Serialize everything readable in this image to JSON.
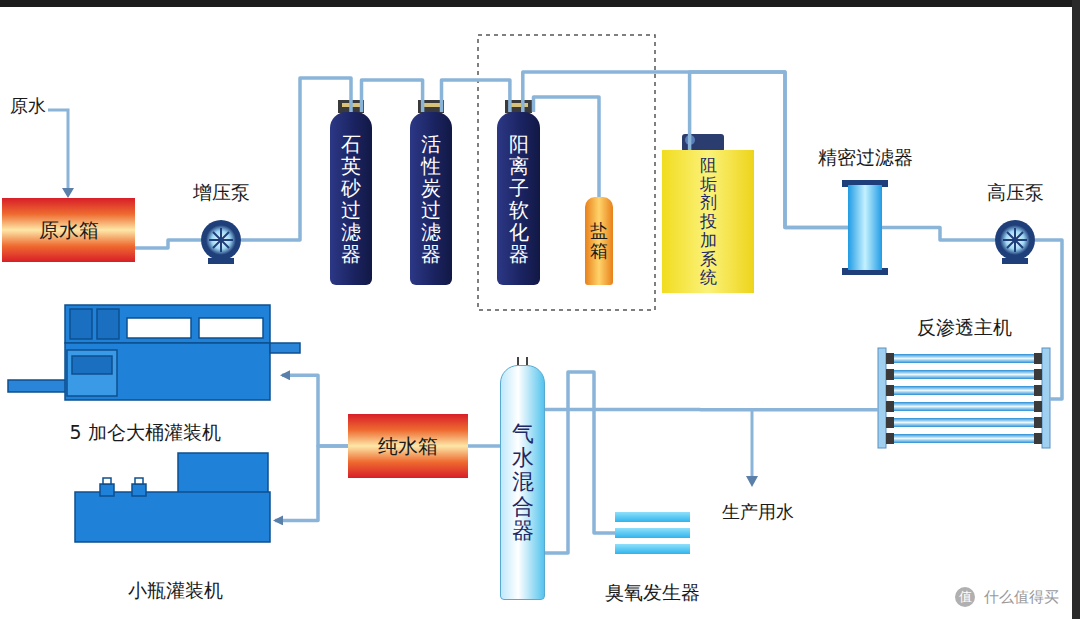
{
  "diagram": {
    "nodes": [
      {
        "text": [
          "原水箱"
        ]
      },
      {
        "text": [
          "增压泵"
        ]
      },
      {
        "text": [
          "石英砂过滤器"
        ]
      },
      {
        "text": [
          "活性炭过滤器"
        ]
      },
      {
        "text": [
          "阳离子软化器"
        ]
      },
      {
        "text": [
          "盐箱"
        ]
      },
      {
        "text": [
          "阻垢剂投加系统"
        ]
      },
      {
        "text": [
          "精密过滤器"
        ]
      },
      {
        "text": [
          "高压泵"
        ]
      },
      {
        "text": [
          "反渗透主机"
        ]
      },
      {
        "text": [
          "气水混合器"
        ]
      },
      {
        "text": [
          "臭氧发生器"
        ]
      },
      {
        "text": [
          "纯水箱"
        ]
      },
      {
        "text": [
          "5 加仑大桶灌装机"
        ]
      },
      {
        "text": [
          "小瓶灌装机"
        ]
      }
    ],
    "edges": [
      {
        "from": 0,
        "to": 1,
        "arrow": "none"
      },
      {
        "from": 1,
        "to": 2,
        "arrow": "none"
      },
      {
        "from": 2,
        "to": 3,
        "arrow": "none"
      },
      {
        "from": 3,
        "to": 4,
        "arrow": "none"
      },
      {
        "from": 4,
        "to": 5,
        "arrow": "none"
      },
      {
        "from": 4,
        "to": 7,
        "arrow": "none"
      },
      {
        "from": 6,
        "to": 7,
        "arrow": "none"
      },
      {
        "from": 7,
        "to": 8,
        "arrow": "none"
      },
      {
        "from": 8,
        "to": 9,
        "arrow": "none"
      },
      {
        "from": 9,
        "to": 10,
        "arrow": "none"
      },
      {
        "from": 11,
        "to": 10,
        "arrow": "none"
      },
      {
        "from": 10,
        "to": 12,
        "arrow": "none"
      },
      {
        "from": 12,
        "to": 13,
        "arrow": "to"
      },
      {
        "from": 12,
        "to": 14,
        "arrow": "to"
      }
    ],
    "labels": [
      "原水",
      "生产用水",
      "值",
      "什么值得买"
    ]
  }
}
